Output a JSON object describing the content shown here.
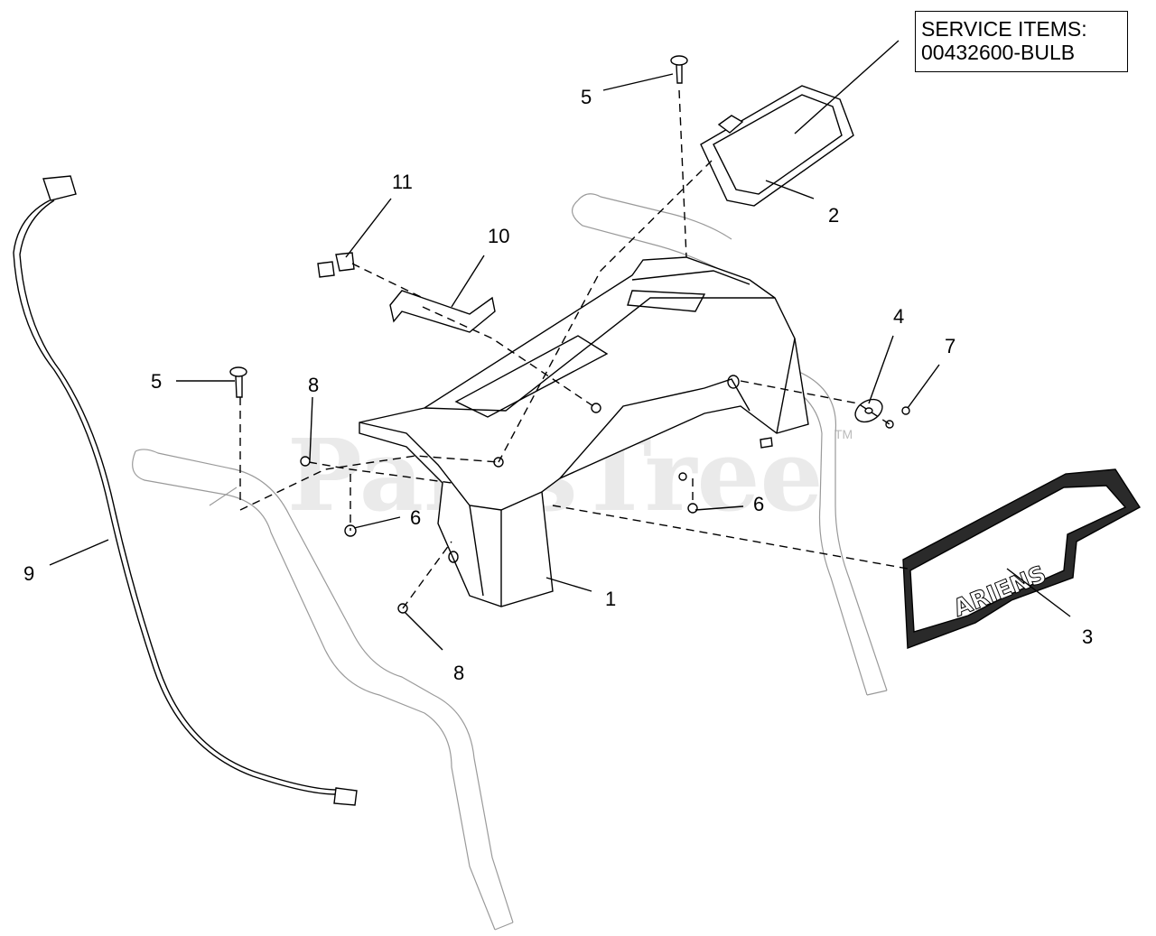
{
  "watermark": {
    "text": "PartsTree",
    "tm": "TM"
  },
  "service_box": {
    "line1": "SERVICE ITEMS:",
    "line2": "00432600-BULB"
  },
  "callouts": [
    {
      "id": "c1",
      "label": "1"
    },
    {
      "id": "c2",
      "label": "2"
    },
    {
      "id": "c3",
      "label": "3"
    },
    {
      "id": "c4",
      "label": "4"
    },
    {
      "id": "c5a",
      "label": "5"
    },
    {
      "id": "c5b",
      "label": "5"
    },
    {
      "id": "c6a",
      "label": "6"
    },
    {
      "id": "c6b",
      "label": "6"
    },
    {
      "id": "c7",
      "label": "7"
    },
    {
      "id": "c8a",
      "label": "8"
    },
    {
      "id": "c8b",
      "label": "8"
    },
    {
      "id": "c9",
      "label": "9"
    },
    {
      "id": "c10",
      "label": "10"
    },
    {
      "id": "c11",
      "label": "11"
    }
  ],
  "badge_text": "ARIENS"
}
